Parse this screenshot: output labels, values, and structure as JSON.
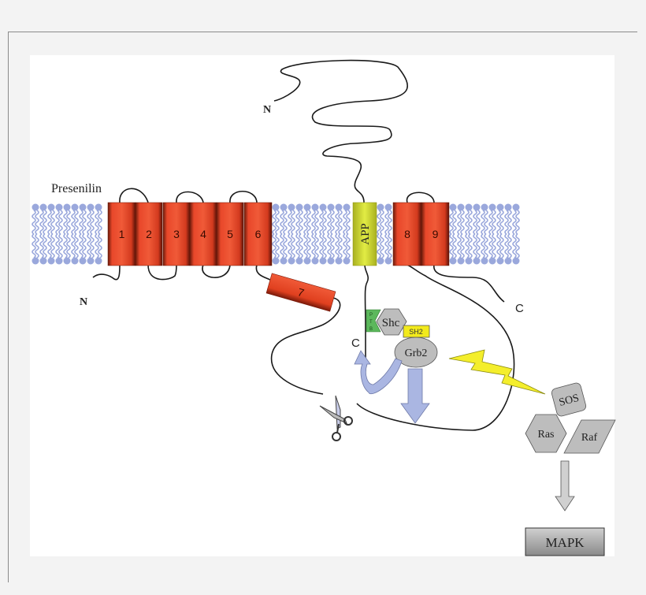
{
  "labels": {
    "presenilin": "Presenilin",
    "presenilin_n": "N",
    "app_n": "N",
    "presenilin_c": "C",
    "app_c": "C",
    "app": "APP",
    "ptb": [
      "P",
      "T",
      "B"
    ],
    "shc": "Shc",
    "sh2": "SH2",
    "grb2": "Grb2",
    "sos": "SOS",
    "ras": "Ras",
    "raf": "Raf",
    "mapk": "MAPK"
  },
  "helices": [
    "1",
    "2",
    "3",
    "4",
    "5",
    "6",
    "7",
    "8",
    "9"
  ],
  "colors": {
    "helix": "#e8472a",
    "app": "#d8e43a",
    "membrane": "#9aa8dc",
    "ptb": "#5cb85c",
    "sh2": "#f2ea1c",
    "protein": "#bdbdbd",
    "lightning": "#f4ee2c",
    "arrow": "#aab6e2"
  }
}
